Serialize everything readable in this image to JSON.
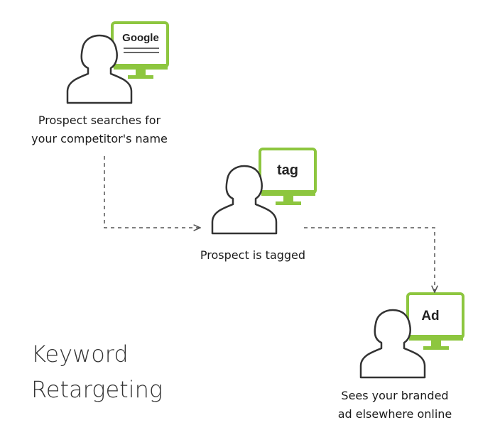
{
  "title": {
    "line1": "Keyword",
    "line2": "Retargeting"
  },
  "colors": {
    "accent": "#8dc63f",
    "outline": "#333333",
    "connector": "#555555"
  },
  "steps": [
    {
      "screen_text": "Google",
      "caption_line1": "Prospect searches for",
      "caption_line2": "your competitor's name"
    },
    {
      "screen_text": "tag",
      "caption_line1": "Prospect is tagged"
    },
    {
      "screen_text": "Ad",
      "caption_line1": "Sees your branded",
      "caption_line2": "ad elsewhere online"
    }
  ]
}
